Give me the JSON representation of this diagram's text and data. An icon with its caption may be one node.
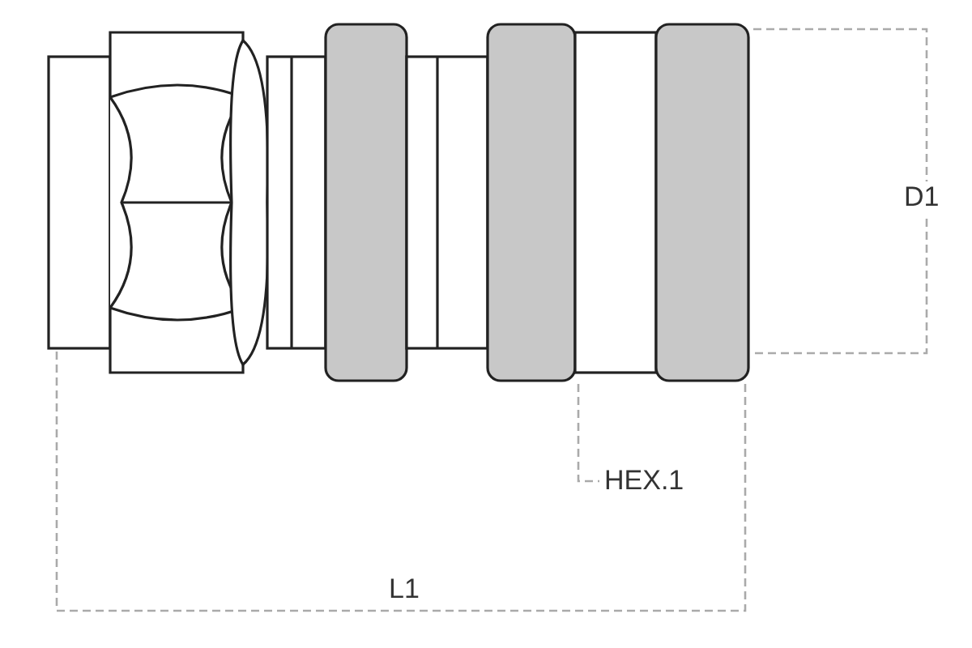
{
  "diagram": {
    "labels": [
      "D1",
      "HEX.1",
      "L1"
    ]
  }
}
